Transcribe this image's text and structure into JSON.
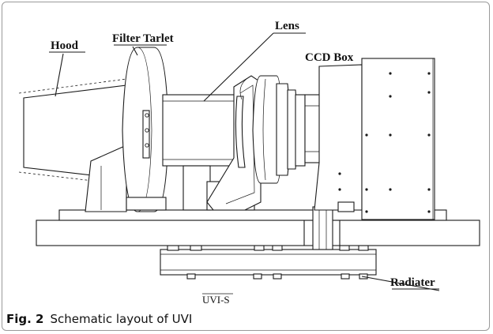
{
  "figure": {
    "labels": {
      "hood": "Hood",
      "filter_turret": "Filter Tarlet",
      "lens": "Lens",
      "ccd_box": "CCD Box",
      "radiator": "Radiater",
      "drawing_name": "UVI-S"
    },
    "caption": {
      "prefix": "Fig. 2",
      "text": "Schematic layout of UVI"
    }
  }
}
